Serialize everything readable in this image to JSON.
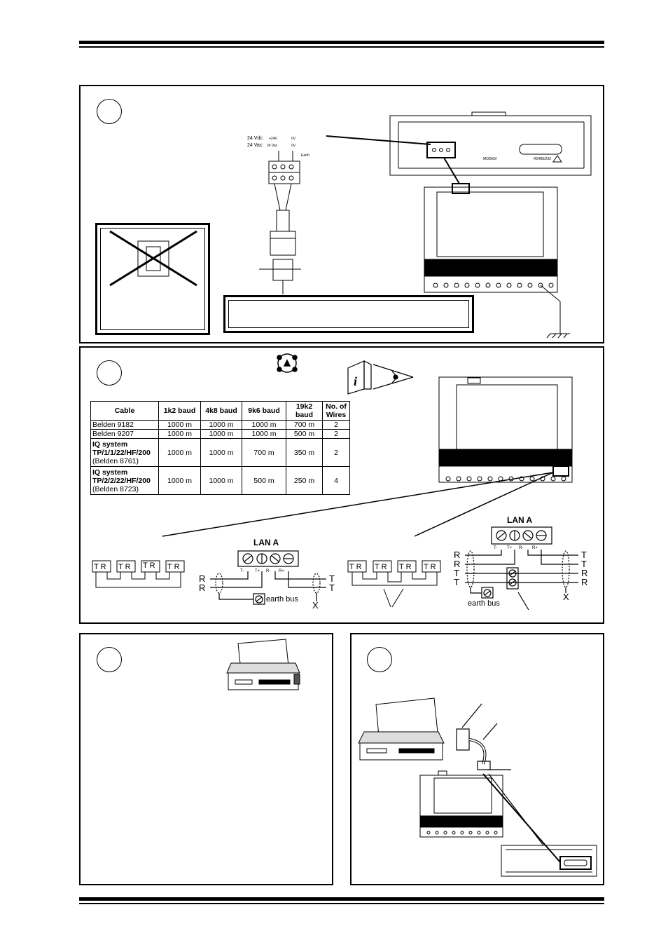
{
  "header": {},
  "power_panel": {
    "supply_labels": {
      "vdc": "24 Vdc:",
      "vdc_plus": "+24V",
      "vdc_zero": "0V",
      "vac": "24 Vac:",
      "vac_val": "24 Vac",
      "vac_zero": "0V",
      "earth": "Earth"
    },
    "module_labels": {
      "modem": "MODEM",
      "rs": "RS485/232"
    }
  },
  "lan_panel": {
    "table": {
      "headers": [
        "Cable",
        "1k2 baud",
        "4k8 baud",
        "9k6 baud",
        "19k2 baud",
        "No. of Wires"
      ],
      "rows": [
        {
          "name": "Belden 9182",
          "sub": "",
          "bold": false,
          "v": [
            "1000 m",
            "1000 m",
            "1000 m",
            "700 m",
            "2"
          ]
        },
        {
          "name": "Belden 9207",
          "sub": "",
          "bold": false,
          "v": [
            "1000 m",
            "1000 m",
            "1000 m",
            "500 m",
            "2"
          ]
        },
        {
          "name": "IQ system TP/1/1/22/HF/200",
          "sub": "(Belden 8761)",
          "bold": true,
          "v": [
            "1000 m",
            "1000 m",
            "700 m",
            "350 m",
            "2"
          ]
        },
        {
          "name": "IQ system TP/2/2/22/HF/200",
          "sub": "(Belden 8723)",
          "bold": true,
          "v": [
            "1000 m",
            "1000 m",
            "500 m",
            "250 m",
            "4"
          ]
        }
      ]
    },
    "lan_label": "LAN A",
    "terminals": [
      "T-",
      "T+",
      "R-",
      "R+"
    ],
    "node_label": "T R",
    "earth_bus": "earth bus",
    "wire_letters": {
      "r": "R",
      "t": "T",
      "x": "X"
    }
  }
}
